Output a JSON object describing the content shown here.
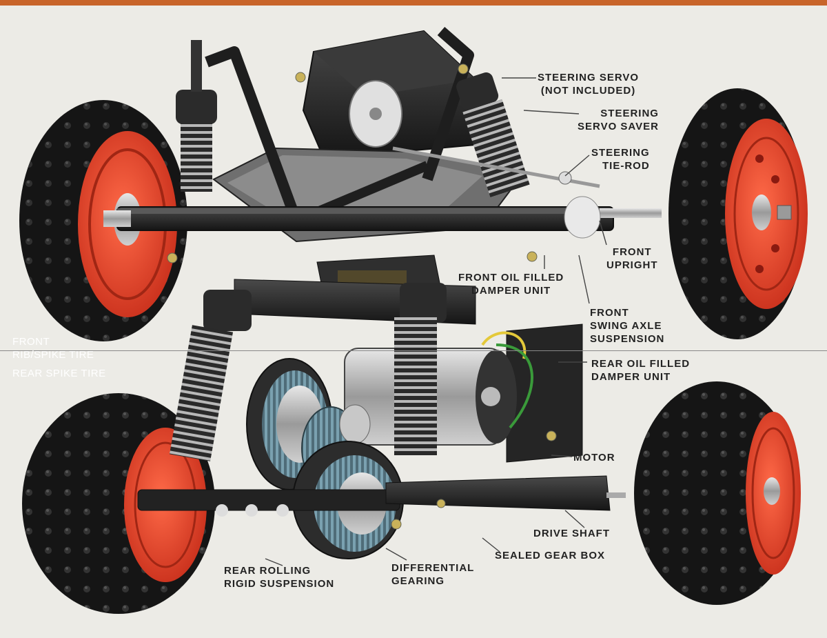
{
  "labels": {
    "steering_servo": "STEERING SERVO\n(NOT INCLUDED)",
    "servo_saver": "STEERING\nSERVO SAVER",
    "tie_rod": "STEERING\nTIE-ROD",
    "front_upright": "FRONT\nUPRIGHT",
    "front_damper": "FRONT OIL FILLED\nDAMPER UNIT",
    "swing_axle": "FRONT\nSWING AXLE\nSUSPENSION",
    "front_tire": "FRONT\nRIB/SPIKE TIRE",
    "rear_tire": "REAR SPIKE TIRE",
    "rear_damper": "REAR OIL FILLED\nDAMPER UNIT",
    "motor": "MOTOR",
    "drive_shaft": "DRIVE SHAFT",
    "gear_box": "SEALED GEAR BOX",
    "differential": "DIFFERENTIAL\nGEARING",
    "rear_suspension": "REAR ROLLING\nRIGID SUSPENSION"
  },
  "colors": {
    "background": "#ecebe6",
    "wheel_rim": "#e8432a",
    "tire": "#1c1c1c",
    "chassis": "#2a2a2a",
    "top_band": "#c8642a"
  }
}
